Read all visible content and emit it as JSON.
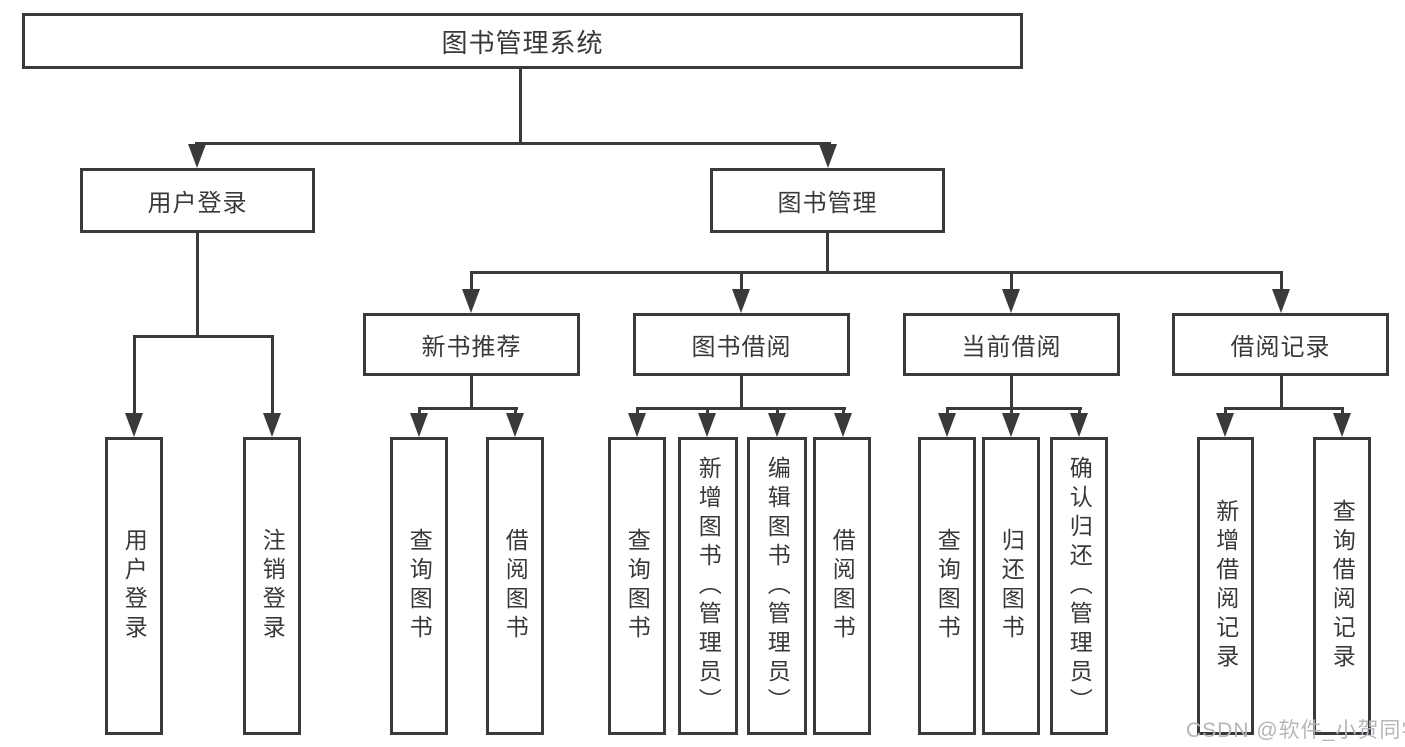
{
  "colors": {
    "line": "#3a3a3c",
    "text": "#39393b",
    "box_background": "#ffffff",
    "watermark": "#b4b7ba"
  },
  "diagram": {
    "root": {
      "label": "图书管理系统",
      "children": [
        {
          "label": "用户登录",
          "children": [
            {
              "label": "用户登录"
            },
            {
              "label": "注销登录"
            }
          ]
        },
        {
          "label": "图书管理",
          "children": [
            {
              "label": "新书推荐",
              "children": [
                {
                  "label": "查询图书"
                },
                {
                  "label": "借阅图书"
                }
              ]
            },
            {
              "label": "图书借阅",
              "children": [
                {
                  "label": "查询图书"
                },
                {
                  "label": "新增图书（管理员）"
                },
                {
                  "label": "编辑图书（管理员）"
                },
                {
                  "label": "借阅图书"
                }
              ]
            },
            {
              "label": "当前借阅",
              "children": [
                {
                  "label": "查询图书"
                },
                {
                  "label": "归还图书"
                },
                {
                  "label": "确认归还（管理员）"
                }
              ]
            },
            {
              "label": "借阅记录",
              "children": [
                {
                  "label": "新增借阅记录"
                },
                {
                  "label": "查询借阅记录"
                }
              ]
            }
          ]
        }
      ]
    }
  },
  "watermark": {
    "text": "CSDN @软件_小贺同学"
  }
}
